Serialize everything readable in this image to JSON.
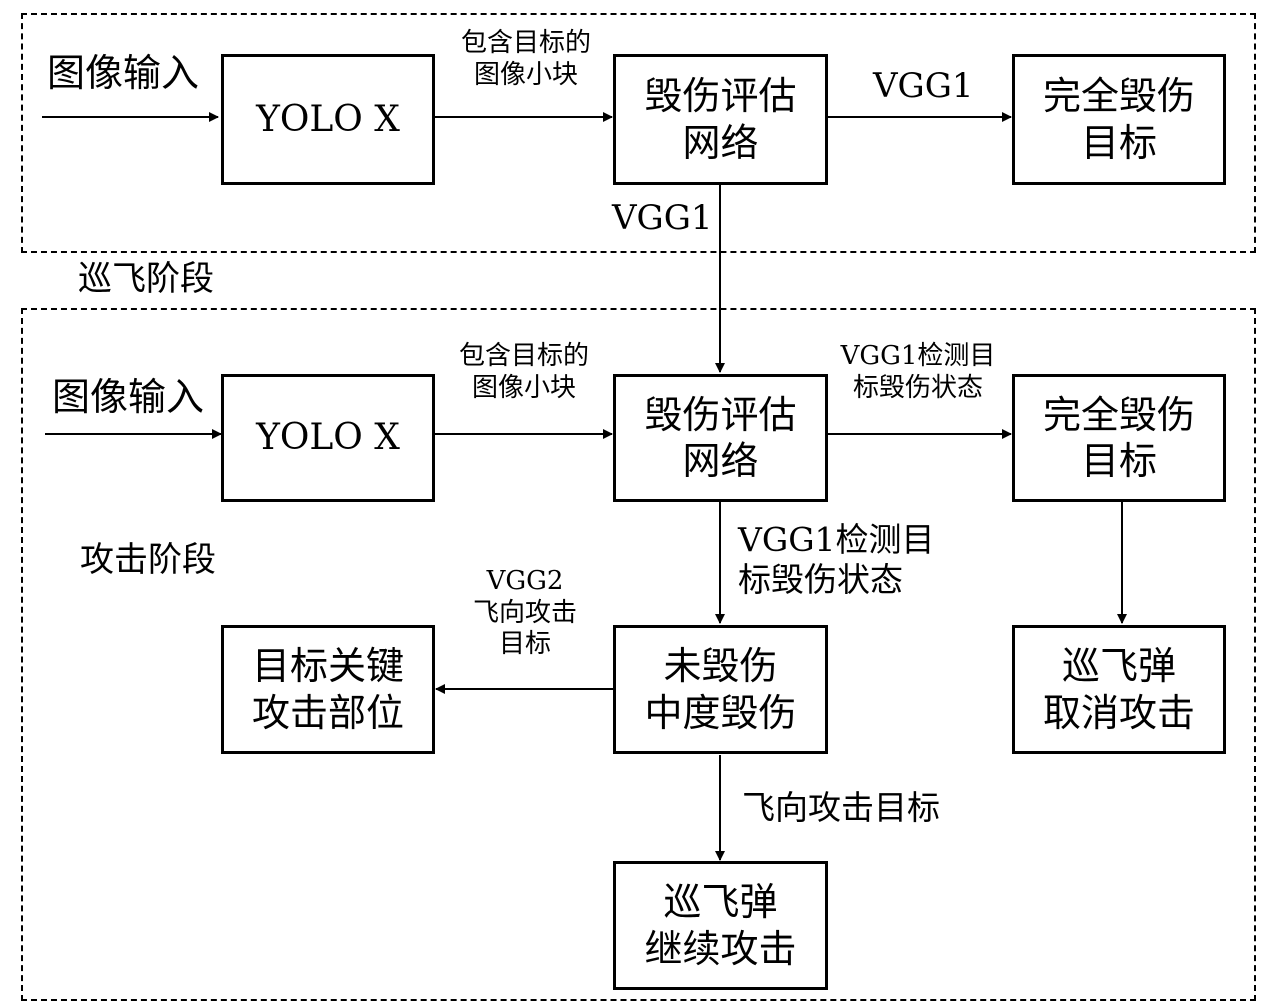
{
  "stages": {
    "cruise": "巡飞阶段",
    "attack": "攻击阶段"
  },
  "top": {
    "input": "图像输入",
    "yolo": "YOLO X",
    "patch_label": "包含目标的\n图像小块",
    "assess_net": "毁伤评估\n网络",
    "vgg_label": "VGG1",
    "destroyed": "完全毁伤\n目标",
    "down_label": "VGG1"
  },
  "bottom": {
    "input": "图像输入",
    "yolo": "YOLO X",
    "patch_label": "包含目标的\n图像小块",
    "assess_net": "毁伤评估\n网络",
    "detect_label_right": "VGG1检测目\n标毁伤状态",
    "destroyed": "完全毁伤\n目标",
    "detect_label_down": "VGG1检测目\n标毁伤状态",
    "partial": "未毁伤\n中度毁伤",
    "vgg2_label": "VGG2\n飞向攻击\n目标",
    "key_part": "目标关键\n攻击部位",
    "cancel": "巡飞弹\n取消攻击",
    "fly_label": "飞向攻击目标",
    "continue": "巡飞弹\n继续攻击"
  }
}
